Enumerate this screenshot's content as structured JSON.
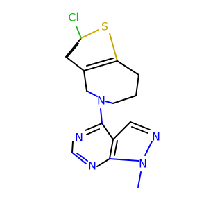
{
  "atoms": {
    "chlorine": {
      "label": "Cl",
      "color": "#1db51d"
    },
    "sulfur": {
      "label": "S",
      "color": "#c8a800"
    },
    "n_piperidine": {
      "label": "N",
      "color": "#0000ff"
    },
    "n_pyrimidine_top": {
      "label": "N",
      "color": "#0000ff"
    },
    "n_pyrimidine_bottom": {
      "label": "N",
      "color": "#0000ff"
    },
    "n_pyrazole_top": {
      "label": "N",
      "color": "#0000ff"
    },
    "n_pyrazole_methyl": {
      "label": "N",
      "color": "#0000ff"
    }
  }
}
